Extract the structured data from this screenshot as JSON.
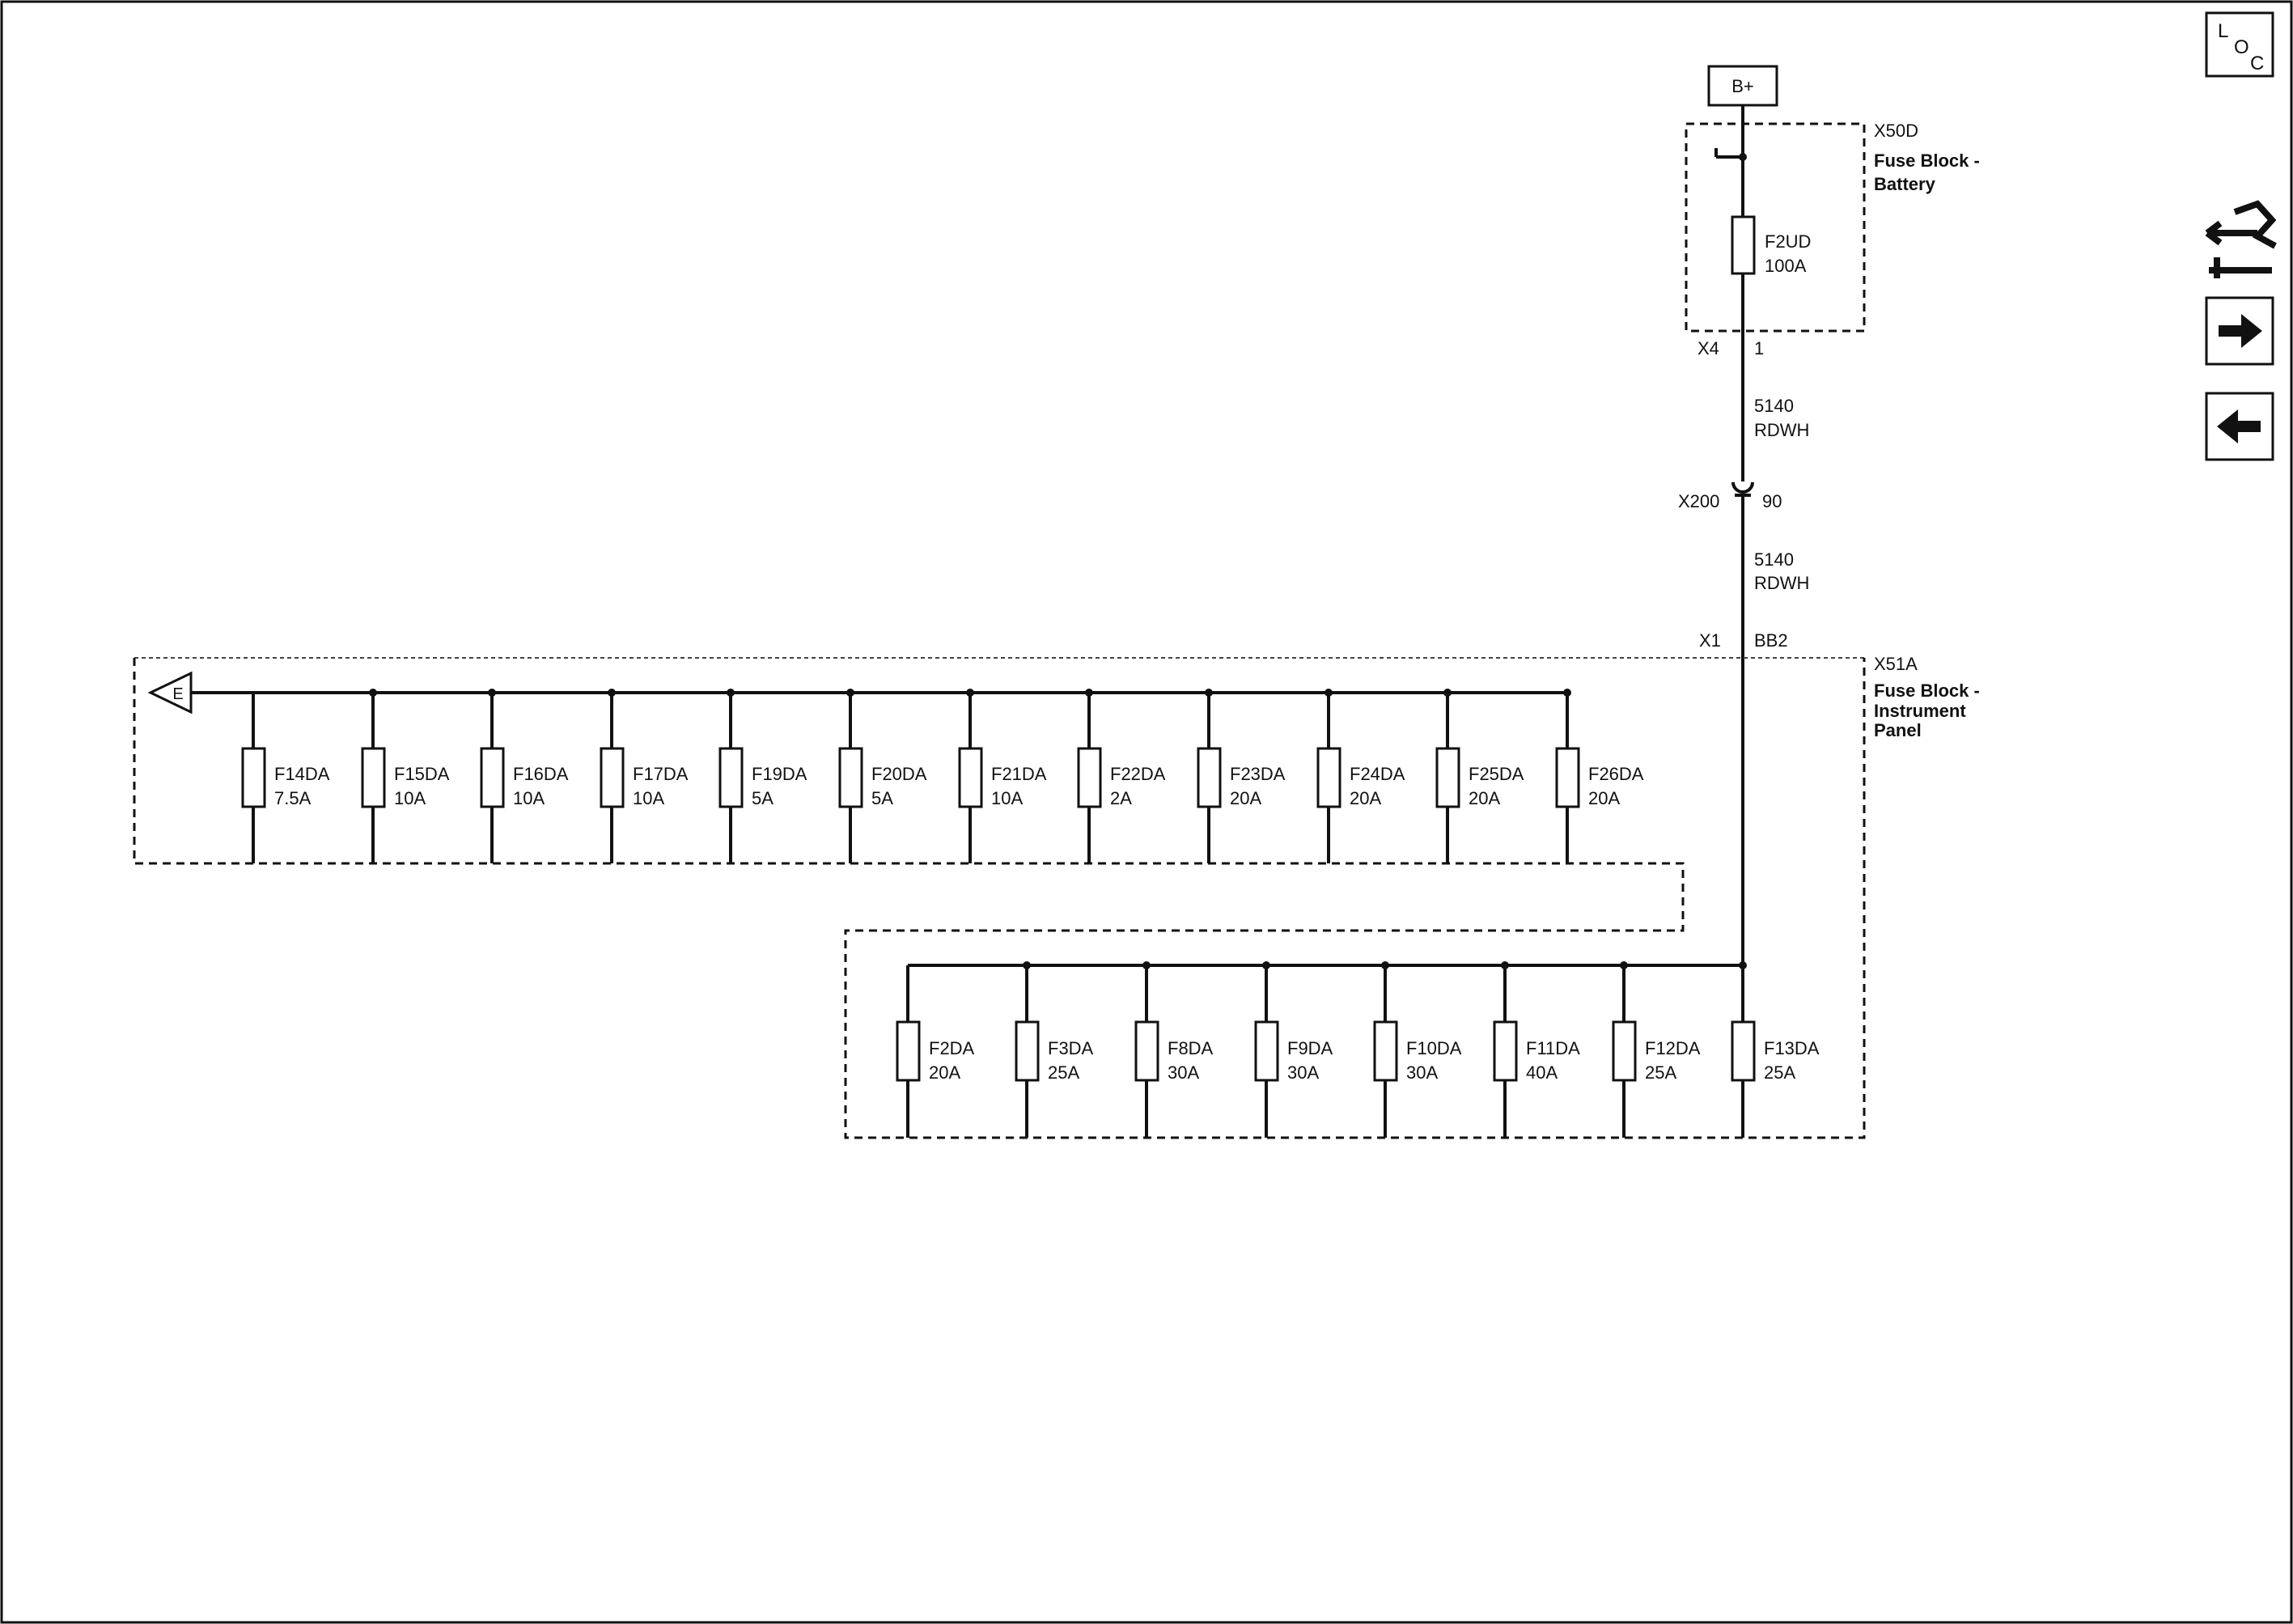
{
  "supply": {
    "label": "B+"
  },
  "battery_block": {
    "connector": "X50D",
    "title_line1": "Fuse Block -",
    "title_line2": "Battery",
    "fuse": {
      "id": "F2UD",
      "rating": "100A"
    },
    "out_connector": "X4",
    "out_pin": "1"
  },
  "wire_upper": {
    "circuit": "5140",
    "color": "RDWH"
  },
  "inline_connector": {
    "id": "X200",
    "pin": "90"
  },
  "wire_lower": {
    "circuit": "5140",
    "color": "RDWH"
  },
  "ip_block": {
    "in_connector": "X1",
    "in_pin": "BB2",
    "connector": "X51A",
    "title_line1": "Fuse Block -",
    "title_line2": "Instrument",
    "title_line3": "Panel",
    "offpage_label": "E",
    "upper_fuses": [
      {
        "id": "F14DA",
        "rating": "7.5A"
      },
      {
        "id": "F15DA",
        "rating": "10A"
      },
      {
        "id": "F16DA",
        "rating": "10A"
      },
      {
        "id": "F17DA",
        "rating": "10A"
      },
      {
        "id": "F19DA",
        "rating": "5A"
      },
      {
        "id": "F20DA",
        "rating": "5A"
      },
      {
        "id": "F21DA",
        "rating": "10A"
      },
      {
        "id": "F22DA",
        "rating": "2A"
      },
      {
        "id": "F23DA",
        "rating": "20A"
      },
      {
        "id": "F24DA",
        "rating": "20A"
      },
      {
        "id": "F25DA",
        "rating": "20A"
      },
      {
        "id": "F26DA",
        "rating": "20A"
      }
    ],
    "lower_fuses": [
      {
        "id": "F2DA",
        "rating": "20A"
      },
      {
        "id": "F3DA",
        "rating": "25A"
      },
      {
        "id": "F8DA",
        "rating": "30A"
      },
      {
        "id": "F9DA",
        "rating": "30A"
      },
      {
        "id": "F10DA",
        "rating": "30A"
      },
      {
        "id": "F11DA",
        "rating": "40A"
      },
      {
        "id": "F12DA",
        "rating": "25A"
      },
      {
        "id": "F13DA",
        "rating": "25A"
      }
    ]
  },
  "side_nav": {
    "loc_letters": [
      "L",
      "O",
      "C"
    ],
    "components_icon": "component-locator-icon",
    "next_icon": "arrow-right-icon",
    "prev_icon": "arrow-left-icon"
  }
}
